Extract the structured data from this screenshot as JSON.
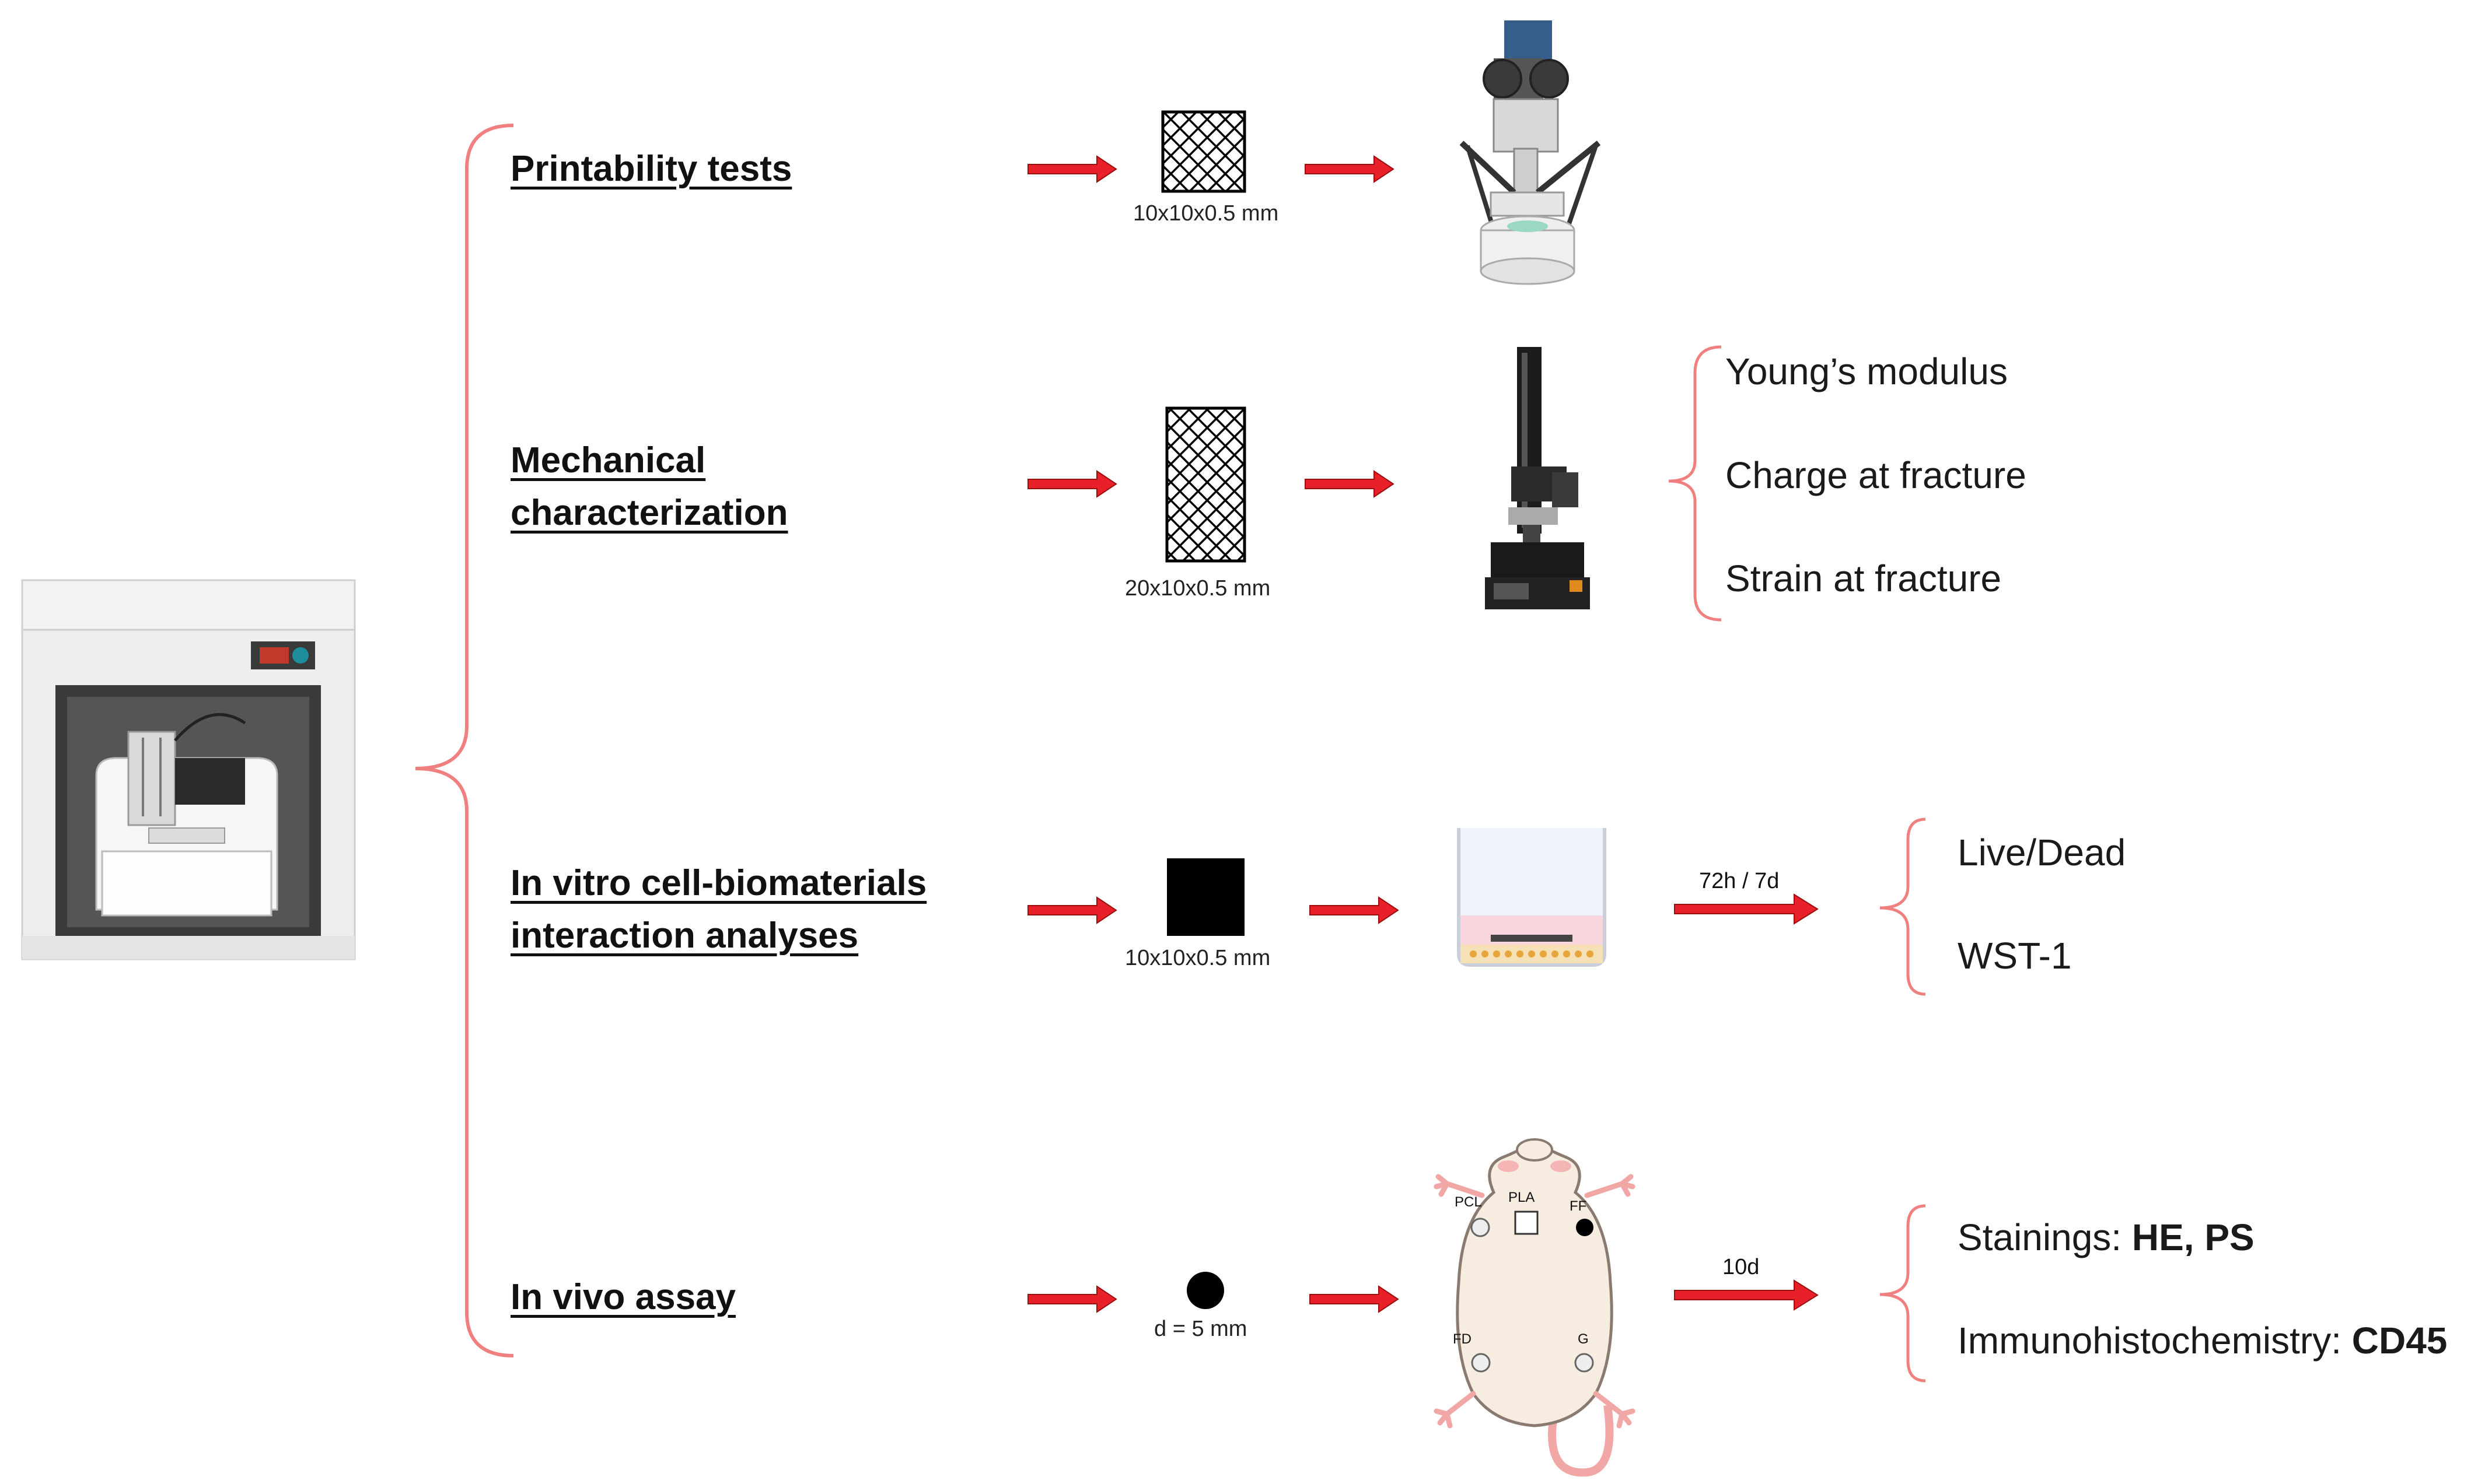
{
  "steps": {
    "printability": {
      "label": "Printability  tests",
      "dimension": "10x10x0.5 mm"
    },
    "mechanical": {
      "label_line1": "Mechanical",
      "label_line2": "characterization",
      "dimension": "20x10x0.5 mm"
    },
    "invitro": {
      "label_line1": "In vitro cell-biomaterials",
      "label_line2": "interaction  analyses",
      "dimension": "10x10x0.5 mm",
      "time": "72h / 7d"
    },
    "invivo": {
      "label": "In vivo assay",
      "dimension": "d = 5 mm",
      "time": "10d"
    }
  },
  "outcomes": {
    "mechanical": [
      "Young’s modulus",
      "Charge at fracture",
      "Strain at fracture"
    ],
    "invitro": [
      "Live/Dead",
      "WST-1"
    ],
    "invivo": {
      "stainings_prefix": "Stainings: ",
      "stainings_bold": "HE, PS",
      "ihc_prefix": "Immunohistochemistry:  ",
      "ihc_bold": "CD45"
    }
  },
  "rat_labels": {
    "pcl": "PCL",
    "pla": "PLA",
    "ff": "FF",
    "fd": "FD",
    "g": "G"
  },
  "colors": {
    "arrow": "#e8202a",
    "brace": "#f08080",
    "sample": "#000000"
  },
  "icons": [
    "bioprinter-icon",
    "stereo-microscope-icon",
    "tensile-tester-icon",
    "culture-well-icon",
    "rat-icon"
  ]
}
